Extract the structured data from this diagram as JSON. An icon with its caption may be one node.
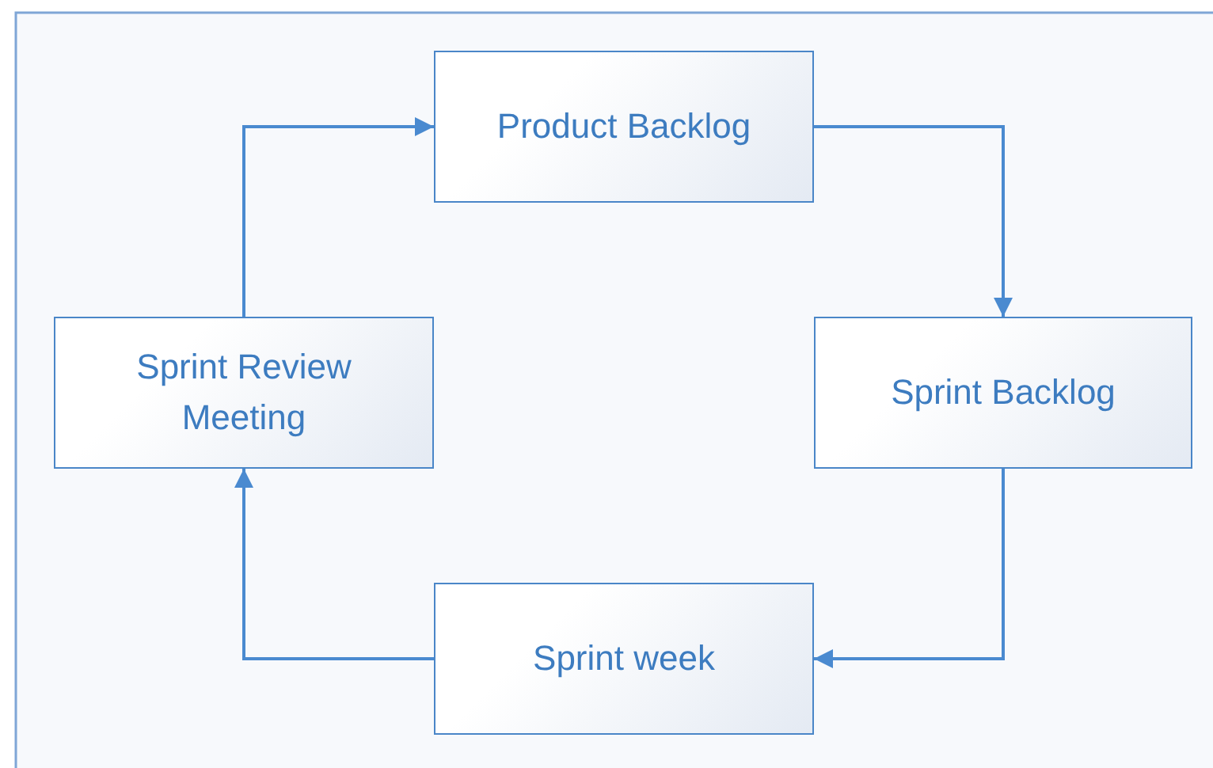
{
  "diagram": {
    "nodes": [
      {
        "text": [
          "Product Backlog"
        ]
      },
      {
        "text": [
          "Sprint Backlog"
        ]
      },
      {
        "text": [
          "Sprint week"
        ]
      },
      {
        "text": [
          "Sprint Review Meeting"
        ]
      }
    ],
    "edges": [
      {
        "from": 0,
        "to": 1,
        "arrow": "to"
      },
      {
        "from": 1,
        "to": 2,
        "arrow": "to"
      },
      {
        "from": 2,
        "to": 3,
        "arrow": "to"
      },
      {
        "from": 3,
        "to": 0,
        "arrow": "to"
      }
    ]
  }
}
